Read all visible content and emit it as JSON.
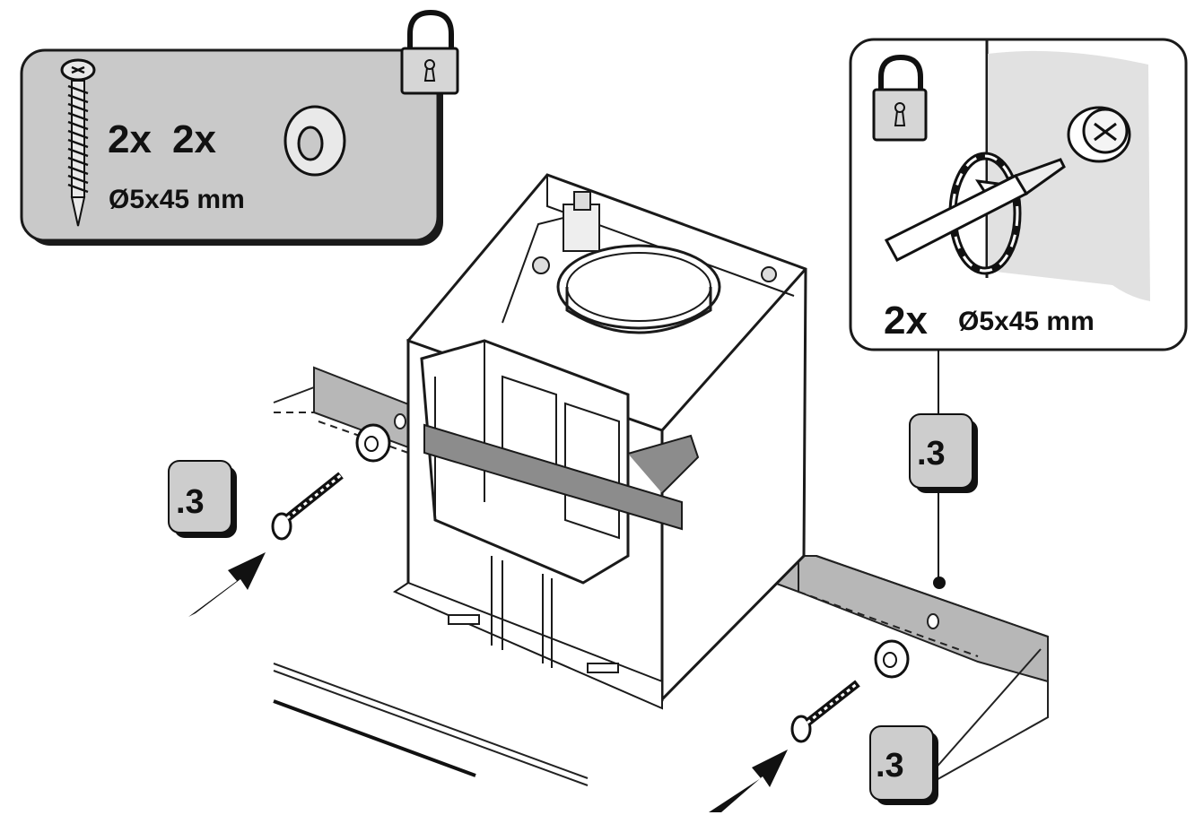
{
  "parts_box": {
    "screw_qty": "2x",
    "washer_qty": "2x",
    "screw_size": "Ø5x45 mm"
  },
  "detail_box": {
    "screw_qty": "2x",
    "screw_size": "Ø5x45 mm"
  },
  "steps": {
    "left": ".3",
    "right_top": ".3",
    "right_bottom": ".3"
  },
  "colors": {
    "panel_gray": "#c9c9c9",
    "strap_gray": "#8c8c8c",
    "callout_gray": "#cdcdcd",
    "wall_gray": "#e1e1e1",
    "line": "#222222"
  },
  "icons": [
    "padlock-icon",
    "screw-icon",
    "washer-icon",
    "screwdriver-icon",
    "rotation-arrow-icon",
    "arrow-icon"
  ]
}
